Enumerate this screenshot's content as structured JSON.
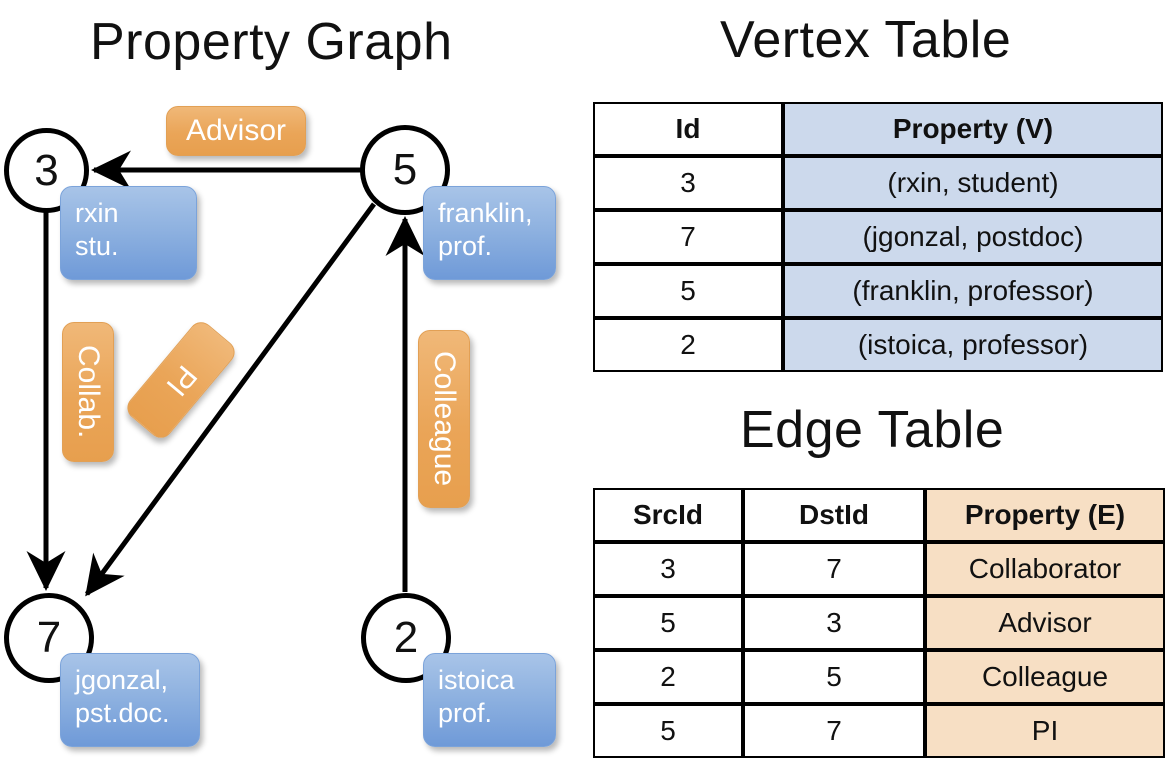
{
  "titles": {
    "property_graph": "Property Graph",
    "vertex_table": "Vertex Table",
    "edge_table": "Edge Table"
  },
  "colors": {
    "vertex_property_box": "#8fb2e0",
    "edge_label_box": "#eaa558",
    "vertex_table_cell": "#ccd9ec",
    "edge_table_cell": "#f7dfc4",
    "stroke": "#000000"
  },
  "graph": {
    "vertices": [
      {
        "id": "3",
        "name": "rxin",
        "role": "stu.",
        "line1": "rxin",
        "line2": "stu."
      },
      {
        "id": "5",
        "name": "franklin",
        "role": "prof.",
        "line1": "franklin,",
        "line2": "prof."
      },
      {
        "id": "7",
        "name": "jgonzal",
        "role": "pst.doc.",
        "line1": "jgonzal,",
        "line2": "pst.doc."
      },
      {
        "id": "2",
        "name": "istoica",
        "role": "prof.",
        "line1": "istoica",
        "line2": "prof."
      }
    ],
    "edge_labels": [
      {
        "text": "Advisor",
        "orientation": "horizontal"
      },
      {
        "text": "Collab.",
        "orientation": "vertical"
      },
      {
        "text": "PI",
        "orientation": "vertical-tilted"
      },
      {
        "text": "Colleague",
        "orientation": "vertical"
      }
    ],
    "edges": [
      {
        "src": "5",
        "dst": "3",
        "label": "Advisor"
      },
      {
        "src": "3",
        "dst": "7",
        "label": "Collab."
      },
      {
        "src": "5",
        "dst": "7",
        "label": "PI"
      },
      {
        "src": "2",
        "dst": "5",
        "label": "Colleague"
      }
    ]
  },
  "vertex_table": {
    "headers": [
      "Id",
      "Property (V)"
    ],
    "rows": [
      [
        "3",
        "(rxin, student)"
      ],
      [
        "7",
        "(jgonzal, postdoc)"
      ],
      [
        "5",
        "(franklin, professor)"
      ],
      [
        "2",
        "(istoica, professor)"
      ]
    ]
  },
  "edge_table": {
    "headers": [
      "SrcId",
      "DstId",
      "Property (E)"
    ],
    "rows": [
      [
        "3",
        "7",
        "Collaborator"
      ],
      [
        "5",
        "3",
        "Advisor"
      ],
      [
        "2",
        "5",
        "Colleague"
      ],
      [
        "5",
        "7",
        "PI"
      ]
    ]
  }
}
